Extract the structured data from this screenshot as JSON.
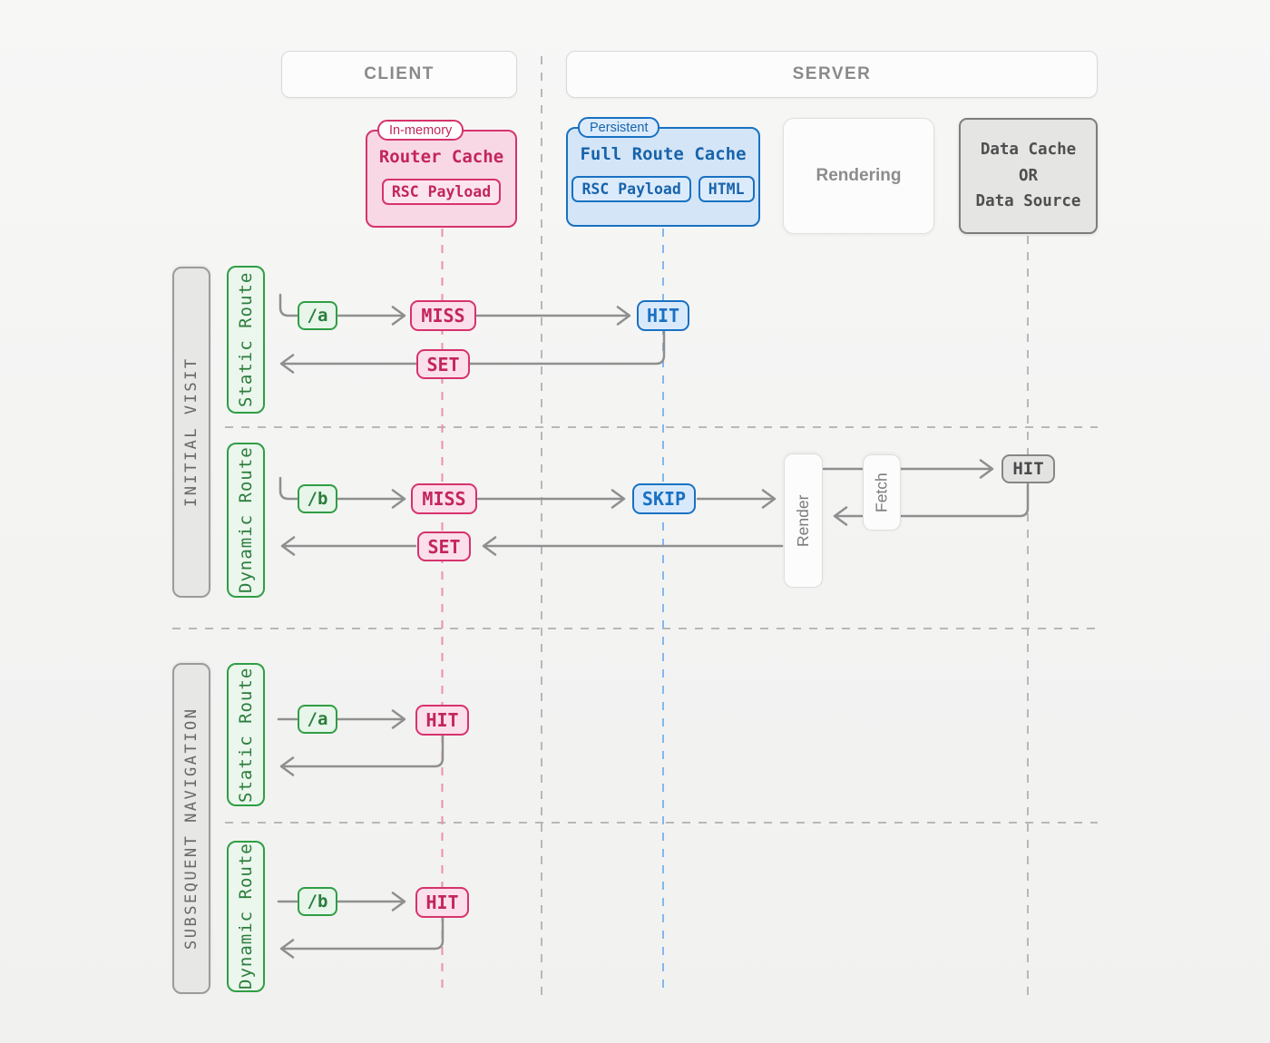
{
  "colors": {
    "pink_border": "#d6336c",
    "pink_text": "#c2255c",
    "pink_dash": "#ee8fae",
    "blue_border": "#1971c2",
    "blue_text": "#1864ab",
    "blue_dash": "#82b8ec",
    "green_border": "#2f9e44",
    "green_text": "#2b7d3c",
    "gray_arrow": "#8f8f8f",
    "gray_dash": "#b8b8b8"
  },
  "lanes": {
    "client": "CLIENT",
    "server": "SERVER"
  },
  "nodes": {
    "router_cache": {
      "badge": "In-memory",
      "title": "Router Cache",
      "chips": [
        "RSC Payload"
      ]
    },
    "full_route_cache": {
      "badge": "Persistent",
      "title": "Full Route Cache",
      "chips": [
        "RSC Payload",
        "HTML"
      ]
    },
    "rendering": {
      "label": "Rendering"
    },
    "data_cache": {
      "lines": [
        "Data Cache",
        "OR",
        "Data Source"
      ]
    }
  },
  "sections": {
    "initial_visit": {
      "label": "INITIAL VISIT",
      "static_route": "Static Route",
      "dynamic_route": "Dynamic Route"
    },
    "subsequent_navigation": {
      "label": "SUBSEQUENT NAVIGATION",
      "static_route": "Static Route",
      "dynamic_route": "Dynamic Route"
    }
  },
  "flows": {
    "initial_static": {
      "route": "/a",
      "router_cache": "MISS",
      "full_route_cache": "HIT",
      "router_cache_set": "SET"
    },
    "initial_dynamic": {
      "route": "/b",
      "router_cache": "MISS",
      "full_route_cache": "SKIP",
      "render": "Render",
      "fetch": "Fetch",
      "data_cache": "HIT",
      "router_cache_set": "SET"
    },
    "subsequent_static": {
      "route": "/a",
      "router_cache": "HIT"
    },
    "subsequent_dynamic": {
      "route": "/b",
      "router_cache": "HIT"
    }
  }
}
